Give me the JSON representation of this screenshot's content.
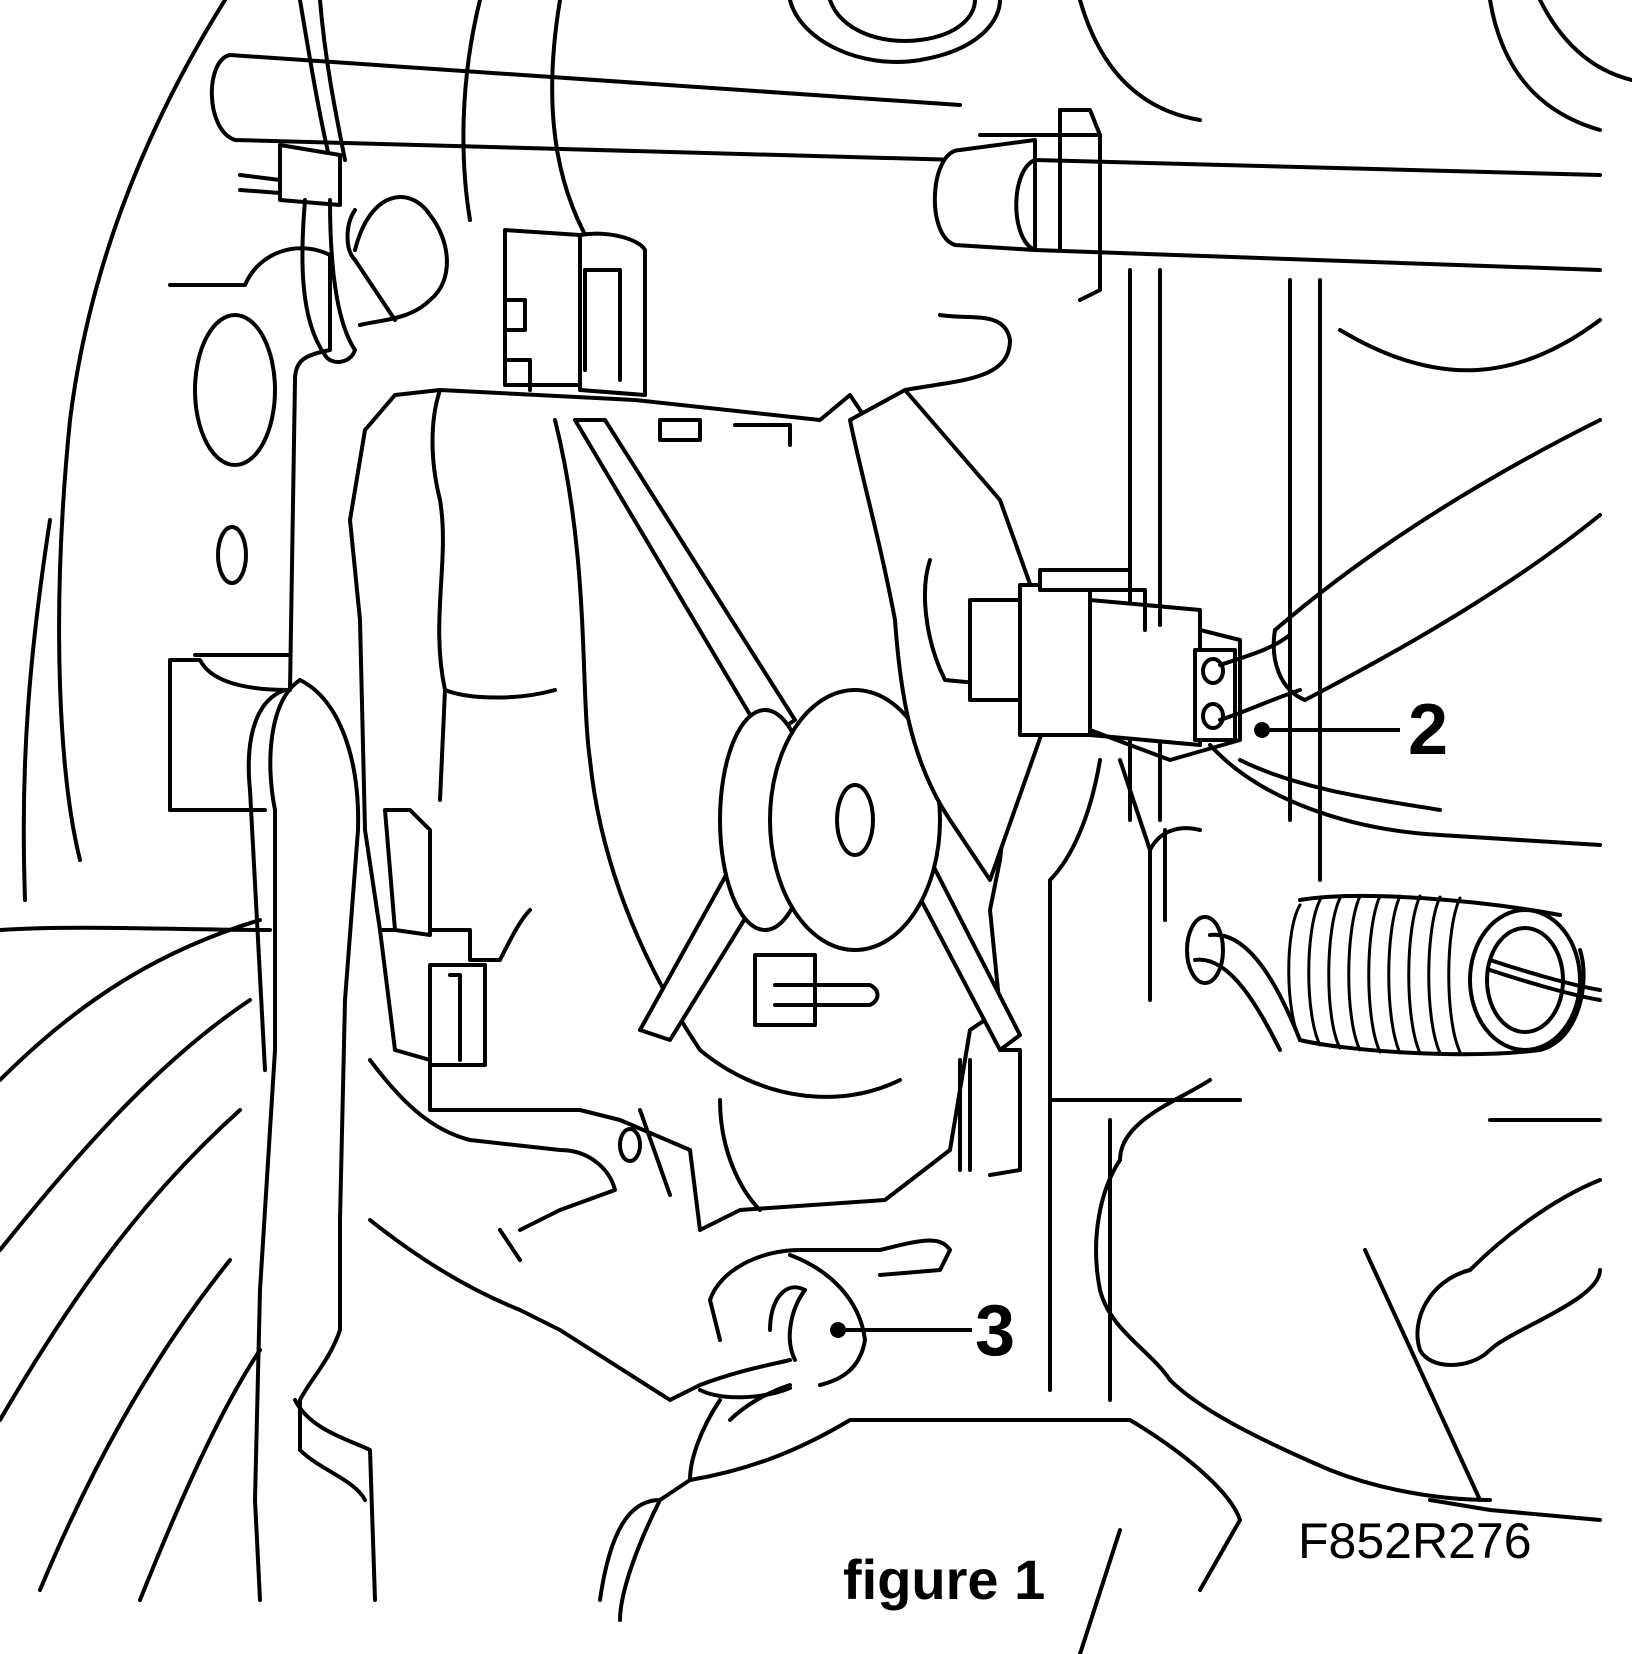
{
  "figure": {
    "caption": "figure 1",
    "reference_code": "F852R276",
    "callouts": [
      {
        "number": "2"
      },
      {
        "number": "3"
      }
    ]
  },
  "style": {
    "line_color": "#000000",
    "background": "#ffffff"
  }
}
